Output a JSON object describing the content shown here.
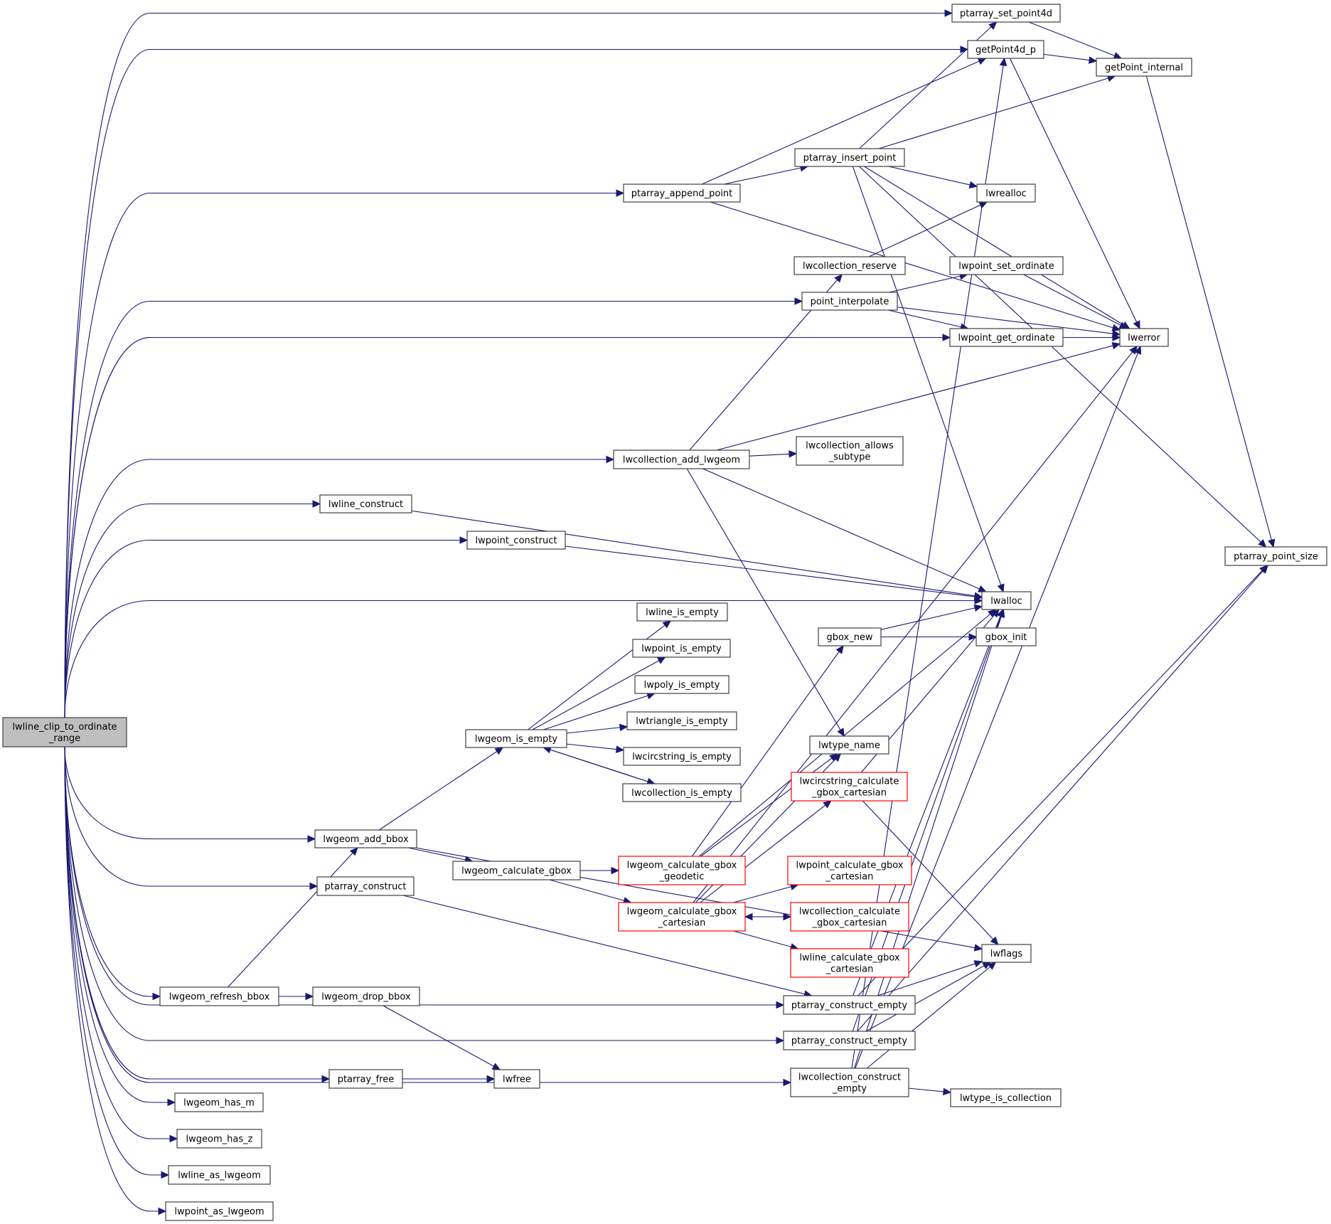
{
  "title": "Call graph of lwline_clip_to_ordinate_range",
  "colors": {
    "edge": "#191970",
    "root_fill": "#bfbfbf",
    "truncated_border": "#ff0000",
    "node_border": "#404040"
  },
  "nodes": [
    {
      "id": "root",
      "lines": [
        "lwline_clip_to_ordinate",
        "_range"
      ],
      "kind": "root"
    },
    {
      "id": "ptarray_set_point4d",
      "lines": [
        "ptarray_set_point4d"
      ]
    },
    {
      "id": "getPoint4d_p",
      "lines": [
        "getPoint4d_p"
      ]
    },
    {
      "id": "getPoint_internal",
      "lines": [
        "getPoint_internal"
      ]
    },
    {
      "id": "ptarray_insert_point",
      "lines": [
        "ptarray_insert_point"
      ]
    },
    {
      "id": "ptarray_append_point",
      "lines": [
        "ptarray_append_point"
      ]
    },
    {
      "id": "lwrealloc",
      "lines": [
        "lwrealloc"
      ]
    },
    {
      "id": "lwcollection_reserve",
      "lines": [
        "lwcollection_reserve"
      ]
    },
    {
      "id": "lwpoint_set_ordinate",
      "lines": [
        "lwpoint_set_ordinate"
      ]
    },
    {
      "id": "point_interpolate",
      "lines": [
        "point_interpolate"
      ]
    },
    {
      "id": "lwpoint_get_ordinate",
      "lines": [
        "lwpoint_get_ordinate"
      ]
    },
    {
      "id": "lwerror",
      "lines": [
        "lwerror"
      ]
    },
    {
      "id": "lwcollection_add_lwgeom",
      "lines": [
        "lwcollection_add_lwgeom"
      ]
    },
    {
      "id": "lwcollection_allows_subtype",
      "lines": [
        "lwcollection_allows",
        "_subtype"
      ]
    },
    {
      "id": "lwline_construct",
      "lines": [
        "lwline_construct"
      ]
    },
    {
      "id": "lwpoint_construct",
      "lines": [
        "lwpoint_construct"
      ]
    },
    {
      "id": "ptarray_point_size",
      "lines": [
        "ptarray_point_size"
      ]
    },
    {
      "id": "lwalloc",
      "lines": [
        "lwalloc"
      ]
    },
    {
      "id": "gbox_new",
      "lines": [
        "gbox_new"
      ]
    },
    {
      "id": "gbox_init",
      "lines": [
        "gbox_init"
      ]
    },
    {
      "id": "lwline_is_empty",
      "lines": [
        "lwline_is_empty"
      ]
    },
    {
      "id": "lwpoint_is_empty",
      "lines": [
        "lwpoint_is_empty"
      ]
    },
    {
      "id": "lwpoly_is_empty",
      "lines": [
        "lwpoly_is_empty"
      ]
    },
    {
      "id": "lwtriangle_is_empty",
      "lines": [
        "lwtriangle_is_empty"
      ]
    },
    {
      "id": "lwgeom_is_empty",
      "lines": [
        "lwgeom_is_empty"
      ]
    },
    {
      "id": "lwcircstring_is_empty",
      "lines": [
        "lwcircstring_is_empty"
      ]
    },
    {
      "id": "lwcollection_is_empty",
      "lines": [
        "lwcollection_is_empty"
      ]
    },
    {
      "id": "lwtype_name",
      "lines": [
        "lwtype_name"
      ]
    },
    {
      "id": "lwcircstring_calculate_gbox_cartesian",
      "lines": [
        "lwcircstring_calculate",
        "_gbox_cartesian"
      ],
      "kind": "truncated"
    },
    {
      "id": "lwgeom_add_bbox",
      "lines": [
        "lwgeom_add_bbox"
      ]
    },
    {
      "id": "lwgeom_calculate_gbox",
      "lines": [
        "lwgeom_calculate_gbox"
      ]
    },
    {
      "id": "lwgeom_calculate_gbox_geodetic",
      "lines": [
        "lwgeom_calculate_gbox",
        "_geodetic"
      ],
      "kind": "truncated"
    },
    {
      "id": "ptarray_construct",
      "lines": [
        "ptarray_construct"
      ]
    },
    {
      "id": "lwpoint_calculate_gbox_cartesian",
      "lines": [
        "lwpoint_calculate_gbox",
        "_cartesian"
      ],
      "kind": "truncated"
    },
    {
      "id": "lwgeom_calculate_gbox_cartesian",
      "lines": [
        "lwgeom_calculate_gbox",
        "_cartesian"
      ],
      "kind": "truncated"
    },
    {
      "id": "lwcollection_calculate_gbox_cartesian",
      "lines": [
        "lwcollection_calculate",
        "_gbox_cartesian"
      ],
      "kind": "truncated"
    },
    {
      "id": "lwline_calculate_gbox_cartesian",
      "lines": [
        "lwline_calculate_gbox",
        "_cartesian"
      ],
      "kind": "truncated"
    },
    {
      "id": "lwflags",
      "lines": [
        "lwflags"
      ]
    },
    {
      "id": "lwgeom_refresh_bbox",
      "lines": [
        "lwgeom_refresh_bbox"
      ]
    },
    {
      "id": "lwgeom_drop_bbox",
      "lines": [
        "lwgeom_drop_bbox"
      ]
    },
    {
      "id": "ptarray_construct_empty_1",
      "lines": [
        "ptarray_construct_empty"
      ]
    },
    {
      "id": "ptarray_construct_empty_2",
      "lines": [
        "ptarray_construct_empty"
      ]
    },
    {
      "id": "lwfree",
      "lines": [
        "lwfree"
      ]
    },
    {
      "id": "ptarray_free",
      "lines": [
        "ptarray_free"
      ]
    },
    {
      "id": "lwcollection_construct_empty",
      "lines": [
        "lwcollection_construct",
        "_empty"
      ]
    },
    {
      "id": "lwtype_is_collection",
      "lines": [
        "lwtype_is_collection"
      ]
    },
    {
      "id": "lwgeom_has_m",
      "lines": [
        "lwgeom_has_m"
      ]
    },
    {
      "id": "lwgeom_has_z",
      "lines": [
        "lwgeom_has_z"
      ]
    },
    {
      "id": "lwline_as_lwgeom",
      "lines": [
        "lwline_as_lwgeom"
      ]
    },
    {
      "id": "lwpoint_as_lwgeom",
      "lines": [
        "lwpoint_as_lwgeom"
      ]
    }
  ],
  "edges": [
    [
      "root",
      "ptarray_set_point4d"
    ],
    [
      "root",
      "getPoint4d_p"
    ],
    [
      "root",
      "ptarray_append_point"
    ],
    [
      "root",
      "point_interpolate"
    ],
    [
      "root",
      "lwpoint_get_ordinate"
    ],
    [
      "root",
      "lwerror"
    ],
    [
      "root",
      "lwcollection_add_lwgeom"
    ],
    [
      "root",
      "lwline_construct"
    ],
    [
      "root",
      "lwpoint_construct"
    ],
    [
      "root",
      "lwalloc"
    ],
    [
      "root",
      "lwgeom_add_bbox"
    ],
    [
      "root",
      "ptarray_construct"
    ],
    [
      "root",
      "ptarray_construct_empty_1"
    ],
    [
      "root",
      "ptarray_construct_empty_2"
    ],
    [
      "root",
      "lwcollection_construct_empty"
    ],
    [
      "root",
      "lwgeom_refresh_bbox"
    ],
    [
      "root",
      "lwfree"
    ],
    [
      "root",
      "ptarray_free"
    ],
    [
      "root",
      "lwgeom_has_m"
    ],
    [
      "root",
      "lwgeom_has_z"
    ],
    [
      "root",
      "lwline_as_lwgeom"
    ],
    [
      "root",
      "lwpoint_as_lwgeom"
    ],
    [
      "ptarray_set_point4d",
      "getPoint_internal"
    ],
    [
      "getPoint4d_p",
      "getPoint_internal"
    ],
    [
      "getPoint4d_p",
      "lwerror"
    ],
    [
      "getPoint_internal",
      "ptarray_point_size"
    ],
    [
      "ptarray_append_point",
      "getPoint4d_p"
    ],
    [
      "ptarray_append_point",
      "ptarray_insert_point"
    ],
    [
      "ptarray_append_point",
      "lwerror"
    ],
    [
      "ptarray_insert_point",
      "ptarray_set_point4d"
    ],
    [
      "ptarray_insert_point",
      "getPoint_internal"
    ],
    [
      "ptarray_insert_point",
      "lwrealloc"
    ],
    [
      "ptarray_insert_point",
      "lwerror"
    ],
    [
      "ptarray_insert_point",
      "ptarray_point_size"
    ],
    [
      "ptarray_insert_point",
      "lwalloc"
    ],
    [
      "lwcollection_reserve",
      "lwrealloc"
    ],
    [
      "point_interpolate",
      "lwpoint_set_ordinate"
    ],
    [
      "point_interpolate",
      "lwpoint_get_ordinate"
    ],
    [
      "point_interpolate",
      "lwerror"
    ],
    [
      "lwpoint_set_ordinate",
      "lwerror"
    ],
    [
      "lwpoint_get_ordinate",
      "lwerror"
    ],
    [
      "lwcollection_add_lwgeom",
      "lwcollection_reserve"
    ],
    [
      "lwcollection_add_lwgeom",
      "lwerror"
    ],
    [
      "lwcollection_add_lwgeom",
      "lwcollection_allows_subtype"
    ],
    [
      "lwcollection_add_lwgeom",
      "lwalloc"
    ],
    [
      "lwcollection_add_lwgeom",
      "lwtype_name"
    ],
    [
      "lwline_construct",
      "lwalloc"
    ],
    [
      "lwpoint_construct",
      "lwalloc"
    ],
    [
      "gbox_new",
      "lwalloc"
    ],
    [
      "gbox_new",
      "gbox_init"
    ],
    [
      "lwgeom_is_empty",
      "lwline_is_empty"
    ],
    [
      "lwgeom_is_empty",
      "lwpoint_is_empty"
    ],
    [
      "lwgeom_is_empty",
      "lwpoly_is_empty"
    ],
    [
      "lwgeom_is_empty",
      "lwtriangle_is_empty"
    ],
    [
      "lwgeom_is_empty",
      "lwcircstring_is_empty"
    ],
    [
      "lwgeom_is_empty",
      "lwcollection_is_empty"
    ],
    [
      "lwcollection_is_empty",
      "lwgeom_is_empty"
    ],
    [
      "lwgeom_add_bbox",
      "lwgeom_is_empty"
    ],
    [
      "lwgeom_add_bbox",
      "lwgeom_calculate_gbox"
    ],
    [
      "lwgeom_add_bbox",
      "lwflags"
    ],
    [
      "lwgeom_calculate_gbox",
      "lwgeom_calculate_gbox_geodetic"
    ],
    [
      "lwgeom_calculate_gbox",
      "lwgeom_calculate_gbox_cartesian"
    ],
    [
      "lwgeom_calculate_gbox_geodetic",
      "gbox_new"
    ],
    [
      "lwgeom_calculate_gbox_geodetic",
      "lwtype_name"
    ],
    [
      "lwgeom_calculate_gbox_geodetic",
      "lwalloc"
    ],
    [
      "lwgeom_calculate_gbox_cartesian",
      "lwcircstring_calculate_gbox_cartesian"
    ],
    [
      "lwgeom_calculate_gbox_cartesian",
      "lwpoint_calculate_gbox_cartesian"
    ],
    [
      "lwgeom_calculate_gbox_cartesian",
      "lwcollection_calculate_gbox_cartesian"
    ],
    [
      "lwgeom_calculate_gbox_cartesian",
      "lwline_calculate_gbox_cartesian"
    ],
    [
      "lwgeom_calculate_gbox_cartesian",
      "lwtype_name"
    ],
    [
      "lwgeom_calculate_gbox_cartesian",
      "lwerror"
    ],
    [
      "lwcollection_calculate_gbox_cartesian",
      "lwgeom_calculate_gbox_cartesian"
    ],
    [
      "lwcircstring_calculate_gbox_cartesian",
      "lwalloc"
    ],
    [
      "lwcircstring_calculate_gbox_cartesian",
      "lwflags"
    ],
    [
      "ptarray_construct",
      "ptarray_construct_empty_1"
    ],
    [
      "lwgeom_refresh_bbox",
      "lwgeom_add_bbox"
    ],
    [
      "lwgeom_refresh_bbox",
      "lwgeom_drop_bbox"
    ],
    [
      "lwgeom_drop_bbox",
      "lwfree"
    ],
    [
      "ptarray_free",
      "lwfree"
    ],
    [
      "ptarray_construct_empty_1",
      "lwalloc"
    ],
    [
      "ptarray_construct_empty_1",
      "lwflags"
    ],
    [
      "ptarray_construct_empty_1",
      "ptarray_point_size"
    ],
    [
      "ptarray_construct_empty_2",
      "lwalloc"
    ],
    [
      "ptarray_construct_empty_2",
      "lwflags"
    ],
    [
      "ptarray_construct_empty_2",
      "ptarray_point_size"
    ],
    [
      "lwcollection_construct_empty",
      "lwalloc"
    ],
    [
      "lwcollection_construct_empty",
      "lwflags"
    ],
    [
      "lwcollection_construct_empty",
      "lwerror"
    ],
    [
      "lwcollection_construct_empty",
      "getPoint4d_p"
    ],
    [
      "lwcollection_construct_empty",
      "lwtype_is_collection"
    ]
  ]
}
